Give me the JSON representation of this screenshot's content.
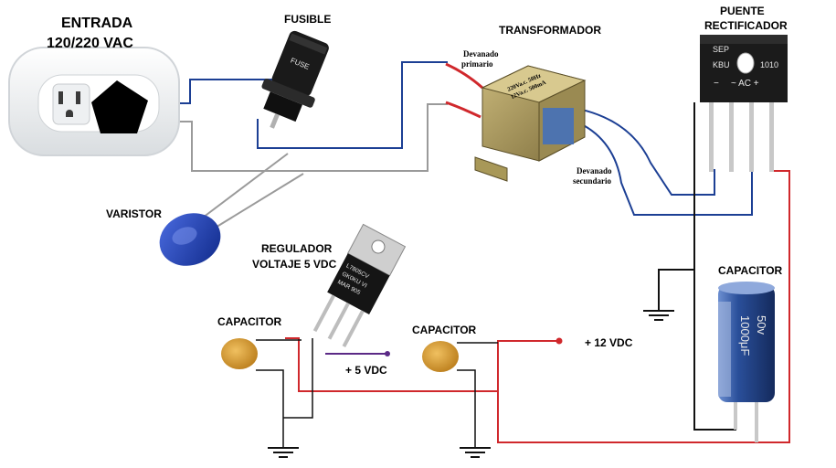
{
  "labels": {
    "entrada": "ENTRADA",
    "entrada_voltage": "120/220 VAC",
    "fusible": "FUSIBLE",
    "transformador": "TRANSFORMADOR",
    "puente_line1": "PUENTE",
    "puente_line2": "RECTIFICADOR",
    "devanado_primario_1": "Devanado",
    "devanado_primario_2": "primario",
    "devanado_secundario_1": "Devanado",
    "devanado_secundario_2": "secundario",
    "varistor": "VARISTOR",
    "regulador_1": "REGULADOR",
    "regulador_2": "VOLTAJE 5 VDC",
    "capacitor_left": "CAPACITOR",
    "capacitor_mid": "CAPACITOR",
    "capacitor_right": "CAPACITOR",
    "out_12v": "+ 12 VDC",
    "out_5v": "+ 5 VDC"
  },
  "component_markings": {
    "bridge_brand": "SEP",
    "bridge_model_prefix": "KBU",
    "bridge_model_suffix": "1010",
    "bridge_pins": "~   AC   +",
    "bridge_minus": "−",
    "transformer_line1": "220Va.c. 50Hz",
    "transformer_line2": "12Va.c. 500mA",
    "regulator_line1": "L7805CV",
    "regulator_line2": "GK0KU VI",
    "regulator_line3": "MAR 905",
    "electrolytic_1": "50v",
    "electrolytic_2": "1000μF",
    "fuse_cap": "FUSE"
  },
  "colors": {
    "wire_blue": "#1c3f94",
    "wire_gray": "#9a9a9a",
    "wire_red": "#d0282c",
    "wire_black": "#111111",
    "wire_purple": "#5b2a86",
    "varistor_blue": "#1f3fa8",
    "ceramic_cap": "#d99a2b",
    "electrolytic_blue": "#2a4f9a"
  }
}
